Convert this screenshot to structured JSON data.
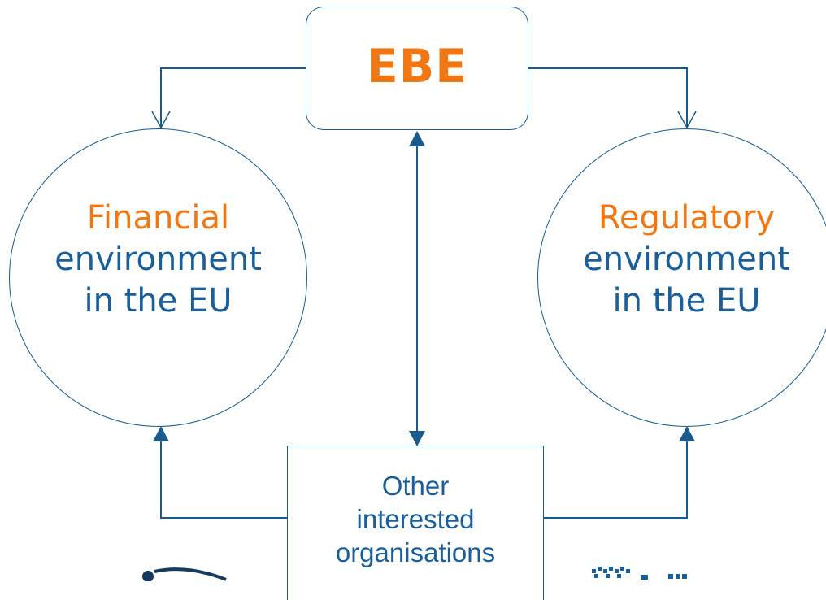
{
  "ebe": {
    "label": "EBE"
  },
  "left_circle": {
    "line1": "Financial",
    "line2": "environment",
    "line3": "in the EU"
  },
  "right_circle": {
    "line1": "Regulatory",
    "line2": "environment",
    "line3": "in the EU"
  },
  "other_box": {
    "line1": "Other",
    "line2": "interested",
    "line3": "organisations"
  },
  "colors": {
    "accent_orange": "#f07814",
    "text_blue": "#1a5f99",
    "line_blue": "#1a5a8c"
  }
}
